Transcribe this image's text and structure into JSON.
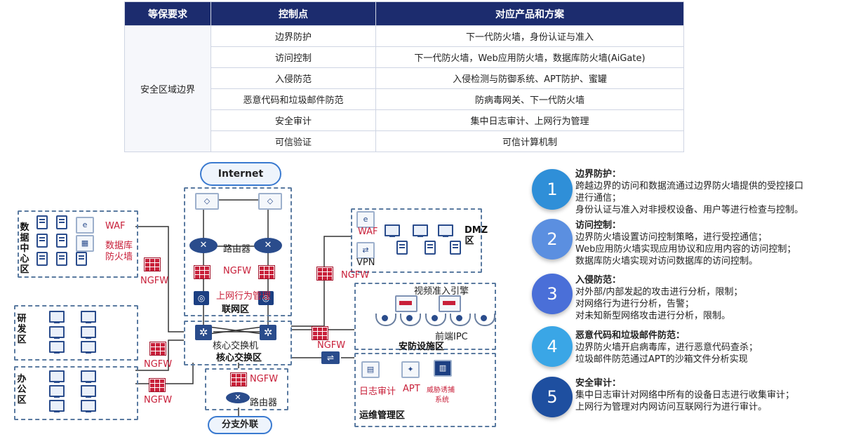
{
  "table": {
    "headers": [
      "等保要求",
      "控制点",
      "对应产品和方案"
    ],
    "group": "安全区域边界",
    "rows": [
      [
        "边界防护",
        "下一代防火墙，身份认证与准入"
      ],
      [
        "访问控制",
        "下一代防火墙，Web应用防火墙，数据库防火墙(AiGate)"
      ],
      [
        "入侵防范",
        "入侵检测与防御系统、APT防护、蜜罐"
      ],
      [
        "恶意代码和垃圾邮件防范",
        "防病毒网关、下一代防火墙"
      ],
      [
        "安全审计",
        "集中日志审计、上网行为管理"
      ],
      [
        "可信验证",
        "可信计算机制"
      ]
    ]
  },
  "diagram": {
    "internet": "Internet",
    "router": "路由器",
    "ngfw": "NGFW",
    "behavior": "上网行为管理",
    "lianwang": "联网区",
    "core_switch": "核心交换机",
    "core_zone": "核心交换区",
    "datacenter": "数据中心区",
    "waf": "WAF",
    "dbfw": "数据库",
    "dbfw2": "防火墙",
    "dev": "研发区",
    "office": "办公区",
    "dmz": "DMZ区",
    "vpn": "VPN",
    "video": "视频准入引擎",
    "ipc": "前端IPC",
    "security_zone": "安防设施区",
    "log": "日志审计",
    "apt": "APT",
    "threat": "威胁诱捕",
    "threat2": "系统",
    "ops_zone": "运维管理区",
    "branch_router": "路由器",
    "branch": "分支外联"
  },
  "items": [
    {
      "num": "1",
      "color": "#2f8fd8",
      "title": "边界防护：",
      "lines": [
        "跨越边界的访问和数据流通过边界防火墙提供的受控接口",
        "进行通信；",
        "身份认证与准入对非授权设备、用户等进行检查与控制。"
      ]
    },
    {
      "num": "2",
      "color": "#5b8fe0",
      "title": "访问控制：",
      "lines": [
        "边界防火墙设置访问控制策略，进行受控通信；",
        "Web应用防火墙实现应用协议和应用内容的访问控制；",
        "数据库防火墙实现对访问数据库的访问控制。"
      ]
    },
    {
      "num": "3",
      "color": "#4a6fd8",
      "title": "入侵防范：",
      "lines": [
        "对外部/内部发起的攻击进行分析，限制；",
        "对网络行为进行分析，告警；",
        "对未知新型网络攻击进行分析，限制。"
      ]
    },
    {
      "num": "4",
      "color": "#3aa6e6",
      "title": "恶意代码和垃圾邮件防范：",
      "lines": [
        "边界防火墙开启病毒库，进行恶意代码查杀；",
        "垃圾邮件防范通过APT的沙箱文件分析实现"
      ]
    },
    {
      "num": "5",
      "color": "#1e4fa0",
      "title": "安全审计：",
      "lines": [
        "集中日志审计对网络中所有的设备日志进行收集审计；",
        "上网行为管理对内网访问互联网行为进行审计。"
      ]
    }
  ]
}
